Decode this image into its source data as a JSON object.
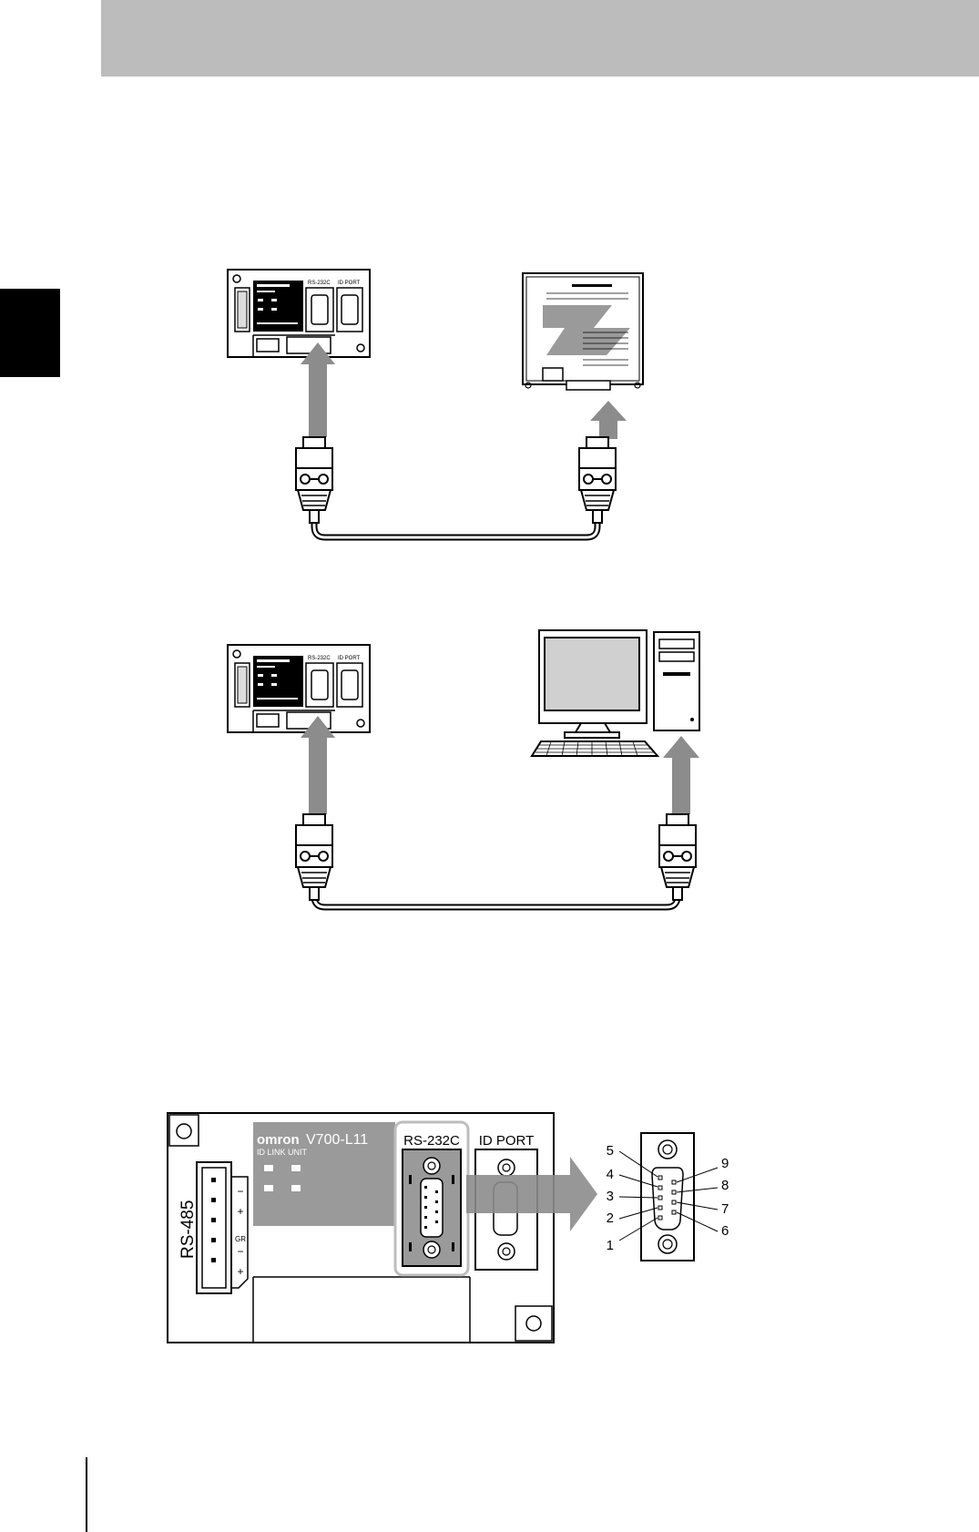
{
  "unit": {
    "brand": "omron",
    "model": "V700-L11",
    "name": "ID LINK UNIT",
    "rs485_label": "RS-485",
    "rs232c_label": "RS-232C",
    "idport_label": "ID PORT",
    "terminal_signs": [
      "−",
      "+",
      "GR",
      "−",
      "+"
    ]
  },
  "pin_numbers": {
    "left": [
      "5",
      "4",
      "3",
      "2",
      "1"
    ],
    "right": [
      "9",
      "8",
      "7",
      "6"
    ]
  },
  "colors": {
    "header_band": "#bcbcbc",
    "arrow": "#8c8c8c",
    "label_panel": "#9a9a9a",
    "highlight": "#bdbdbd"
  }
}
